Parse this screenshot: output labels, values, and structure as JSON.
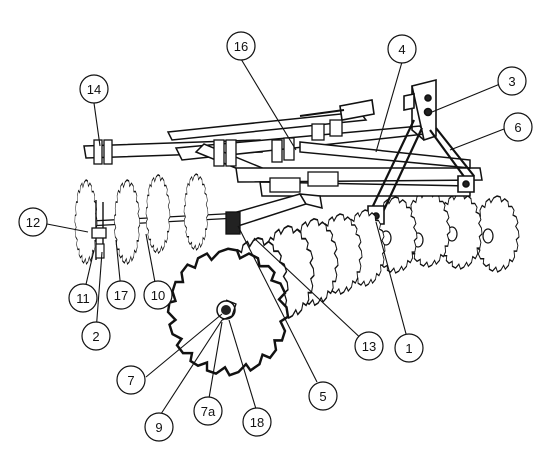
{
  "diagram": {
    "callouts": [
      {
        "id": "c16",
        "label": "16"
      },
      {
        "id": "c4",
        "label": "4"
      },
      {
        "id": "c14",
        "label": "14"
      },
      {
        "id": "c3",
        "label": "3"
      },
      {
        "id": "c6",
        "label": "6"
      },
      {
        "id": "c12",
        "label": "12"
      },
      {
        "id": "c11",
        "label": "11"
      },
      {
        "id": "c17",
        "label": "17"
      },
      {
        "id": "c10",
        "label": "10"
      },
      {
        "id": "c2",
        "label": "2"
      },
      {
        "id": "c13",
        "label": "13"
      },
      {
        "id": "c1",
        "label": "1"
      },
      {
        "id": "c7",
        "label": "7"
      },
      {
        "id": "c5",
        "label": "5"
      },
      {
        "id": "c9",
        "label": "9"
      },
      {
        "id": "c7a",
        "label": "7a"
      },
      {
        "id": "c18",
        "label": "18"
      }
    ],
    "colors": {
      "line": "#111111",
      "background": "#ffffff",
      "bearing": "#222222"
    }
  }
}
